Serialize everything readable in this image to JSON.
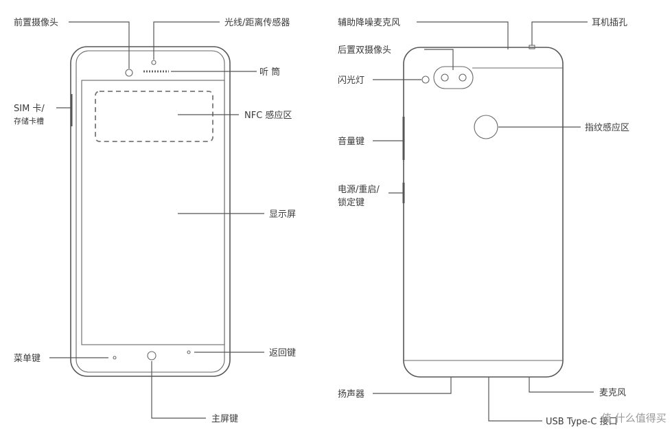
{
  "front": {
    "front_camera": "前置摄像头",
    "light_sensor": "光线/距离传感器",
    "earpiece": "听 筒",
    "sim_line1": "SIM 卡/",
    "sim_line2": "存储卡槽",
    "nfc": "NFC 感应区",
    "display": "显示屏",
    "menu_key": "菜单键",
    "back_key": "返回键",
    "home_key": "主屏键"
  },
  "back": {
    "noise_mic": "辅助降噪麦克风",
    "headphone_jack": "耳机插孔",
    "dual_camera": "后置双摄像头",
    "flash": "闪光灯",
    "fingerprint": "指纹感应区",
    "volume_key": "音量键",
    "power_line1": "电源/重启/",
    "power_line2": "锁定键",
    "speaker": "扬声器",
    "microphone": "麦克风",
    "usb_port": "USB Type-C 接口"
  },
  "watermark": "值 什么值得买"
}
